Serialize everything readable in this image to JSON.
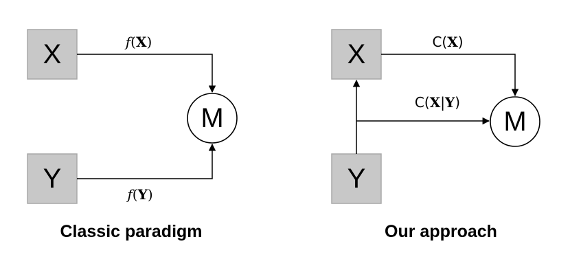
{
  "left_panel": {
    "caption": "Classic paradigm",
    "node_x": "X",
    "node_y": "Y",
    "node_m": "M",
    "edge_x_label": {
      "func": "f",
      "open": "(",
      "var": "X",
      "close": ")"
    },
    "edge_y_label": {
      "func": "f",
      "open": "(",
      "var": "Y",
      "close": ")"
    }
  },
  "right_panel": {
    "caption": "Our approach",
    "node_x": "X",
    "node_y": "Y",
    "node_m": "M",
    "edge_x_label": {
      "func": "C",
      "open": "(",
      "var": "X",
      "close": ")"
    },
    "edge_xy_label": {
      "func": "C",
      "open": "(",
      "var": "X",
      "bar": "|",
      "given": "Y",
      "close": ")"
    }
  },
  "colors": {
    "node_fill": "#c8c8c8",
    "node_stroke": "#a8a8a8",
    "line": "#000000"
  }
}
